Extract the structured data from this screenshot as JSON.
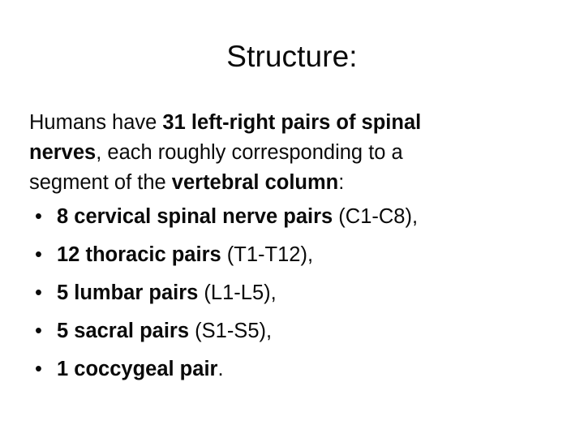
{
  "slide": {
    "title": "Structure:",
    "background_color": "#ffffff",
    "text_color": "#0a0a0a",
    "paragraph": {
      "segments": [
        {
          "text": "Humans have ",
          "bold": false
        },
        {
          "text": "31 left-right pairs of spinal nerves",
          "bold": true
        },
        {
          "text": ", each roughly corresponding to a segment of the ",
          "bold": false
        },
        {
          "text": "vertebral column",
          "bold": true
        },
        {
          "text": ":",
          "bold": false
        }
      ],
      "plain_text": "Humans have 31 left-right pairs of spinal nerves, each roughly corresponding to a segment of the vertebral column:"
    },
    "bullet_marker": "•",
    "bullets": [
      {
        "bold_text": "8 cervical spinal nerve pairs",
        "plain_text": " (C1-C8),",
        "full_text": "8 cervical spinal nerve pairs (C1-C8),"
      },
      {
        "bold_text": "12 thoracic pairs",
        "plain_text": " (T1-T12),",
        "full_text": "12 thoracic pairs (T1-T12),"
      },
      {
        "bold_text": "5 lumbar pairs",
        "plain_text": " (L1-L5),",
        "full_text": "5 lumbar pairs (L1-L5),"
      },
      {
        "bold_text": "5 sacral pairs",
        "plain_text": " (S1-S5),",
        "full_text": "5 sacral pairs (S1-S5),"
      },
      {
        "bold_text": "1 coccygeal pair",
        "plain_text": ".",
        "full_text": "1 coccygeal pair."
      }
    ]
  }
}
